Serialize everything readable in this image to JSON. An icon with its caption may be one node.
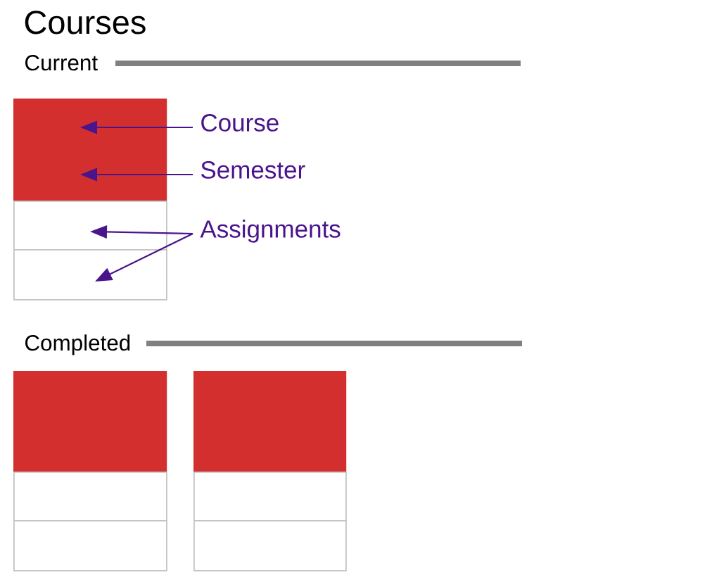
{
  "diagram": {
    "title": "Courses",
    "nodes": [
      {
        "text": [],
        "shape": "box"
      },
      {
        "text": [
          "Course"
        ]
      },
      {
        "text": [
          "Semester"
        ]
      },
      {
        "text": [],
        "shape": "box"
      },
      {
        "text": [
          "Assignments"
        ]
      },
      {
        "text": [],
        "shape": "box"
      },
      {
        "text": [],
        "shape": "box"
      },
      {
        "text": [],
        "shape": "box"
      },
      {
        "text": [],
        "shape": "box"
      },
      {
        "text": [],
        "shape": "box"
      },
      {
        "text": [],
        "shape": "box"
      },
      {
        "text": [],
        "shape": "box"
      }
    ],
    "edges": [
      {
        "from": 1,
        "to": 0,
        "arrow": "to"
      },
      {
        "from": 2,
        "to": 0,
        "arrow": "to"
      },
      {
        "from": 4,
        "to": 3,
        "arrow": "to"
      },
      {
        "from": 4,
        "to": 5,
        "arrow": "to"
      }
    ],
    "labels": [
      "Current",
      "Completed"
    ]
  }
}
